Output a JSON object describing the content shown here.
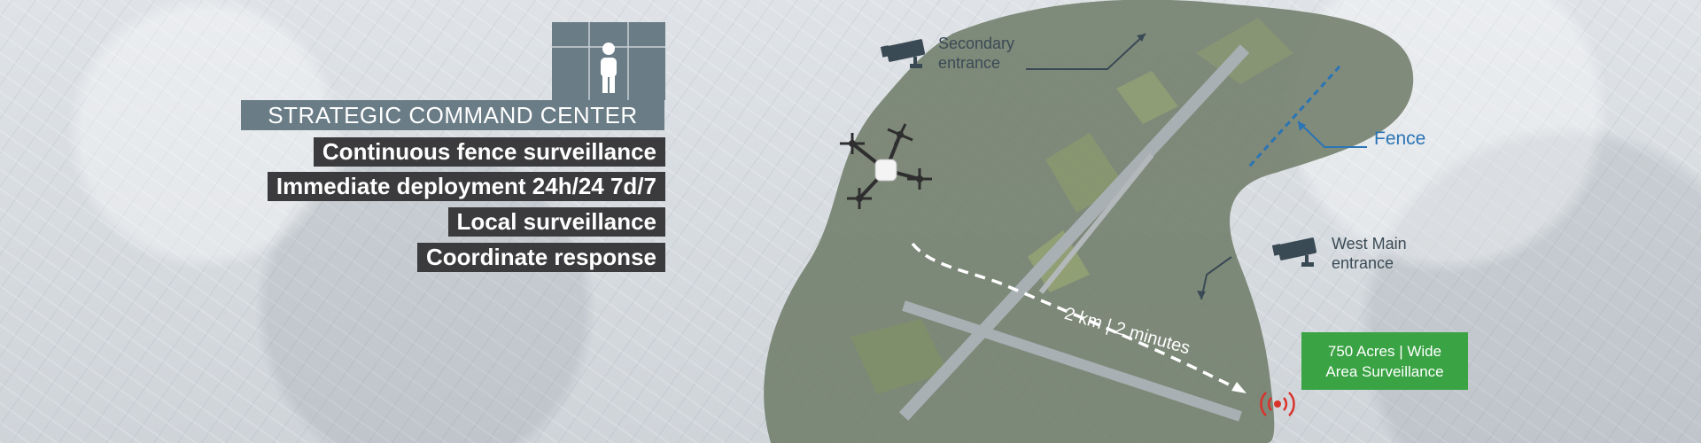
{
  "command_center": {
    "title": "STRATEGIC COMMAND CENTER",
    "items": [
      "Continuous fence surveillance",
      "Immediate deployment 24h/24 7d/7",
      "Local surveillance",
      "Coordinate response"
    ]
  },
  "map": {
    "secondary_entrance": {
      "line1": "Secondary",
      "line2": "entrance"
    },
    "fence_label": "Fence",
    "west_entrance": {
      "line1": "West Main",
      "line2": "entrance"
    },
    "distance_label": "2 km | 2 minutes",
    "area_badge": {
      "line1": "750 Acres | Wide",
      "line2": "Area Surveillance"
    }
  },
  "icons": [
    "person-icon",
    "camera-icon",
    "drone-icon",
    "alarm-signal-icon"
  ],
  "colors": {
    "title_bg": "#6a7c86",
    "item_bg": "#3b3b3d",
    "fence": "#2b74b5",
    "badge_bg": "#3aa344",
    "alarm": "#d9322b"
  }
}
